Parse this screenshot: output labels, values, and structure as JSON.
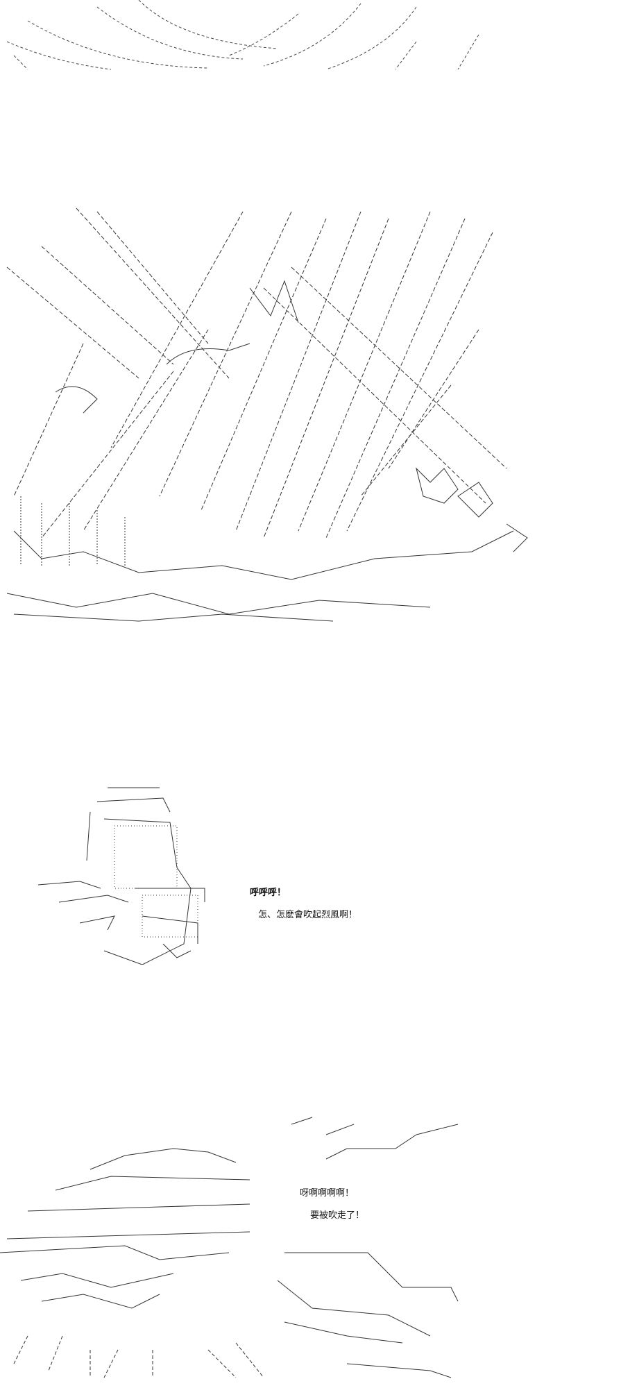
{
  "colors": {
    "background": "#ffffff",
    "ink": "#222222"
  },
  "panels": [
    {
      "id": "panel-1",
      "description_icon": "swirl-lines-art"
    },
    {
      "id": "panel-2",
      "description_icon": "wind-storm-art"
    },
    {
      "id": "panel-3",
      "description_icon": "character-in-wind-art",
      "lines": [
        "呼呼呼！",
        "怎、怎麽會吹起烈風啊！"
      ]
    },
    {
      "id": "panel-4",
      "description_icon": "character-blown-away-art",
      "lines": [
        "呀啊啊啊啊！",
        "要被吹走了！"
      ]
    }
  ]
}
